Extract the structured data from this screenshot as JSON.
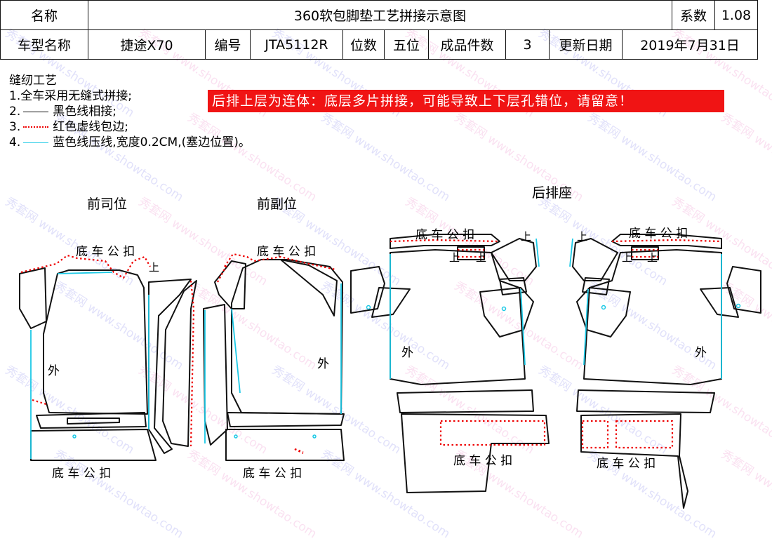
{
  "header": {
    "name_label": "名称",
    "title": "360软包脚垫工艺拼接示意图",
    "coef_label": "系数",
    "coef_value": "1.08",
    "model_label": "车型名称",
    "model_value": "捷途X70",
    "code_label": "编号",
    "code_value": "JTA5112R",
    "seats_label": "位数",
    "seats_value": "五位",
    "pieces_label": "成品件数",
    "pieces_value": "3",
    "date_label": "更新日期",
    "date_value": "2019年7月31日"
  },
  "notes": {
    "title": "缝纫工艺",
    "item1": "1.全车采用无缝式拼接;",
    "item2_num": "2.",
    "item2_text": "黑色线相接;",
    "item3_num": "3.",
    "item3_text": "红色虚线包边;",
    "item4_num": "4.",
    "item4_text": "蓝色线压线,宽度0.2CM,(塞边位置)。"
  },
  "warning": "后排上层为连体：底层多片拼接，可能导致上下层孔错位，请留意！",
  "sections": {
    "driver": "前司位",
    "passenger": "前副位",
    "rear": "后排座"
  },
  "labels": {
    "fastener": "底 车 公 扣",
    "outer": "外",
    "up": "上"
  },
  "watermark": {
    "cn": "秀套网",
    "url": "www.showtao.com"
  },
  "colors": {
    "line": "#111111",
    "red_edge": "#e00000",
    "blue_stitch": "#1cc9e6",
    "warning_bg": "#f01414"
  }
}
